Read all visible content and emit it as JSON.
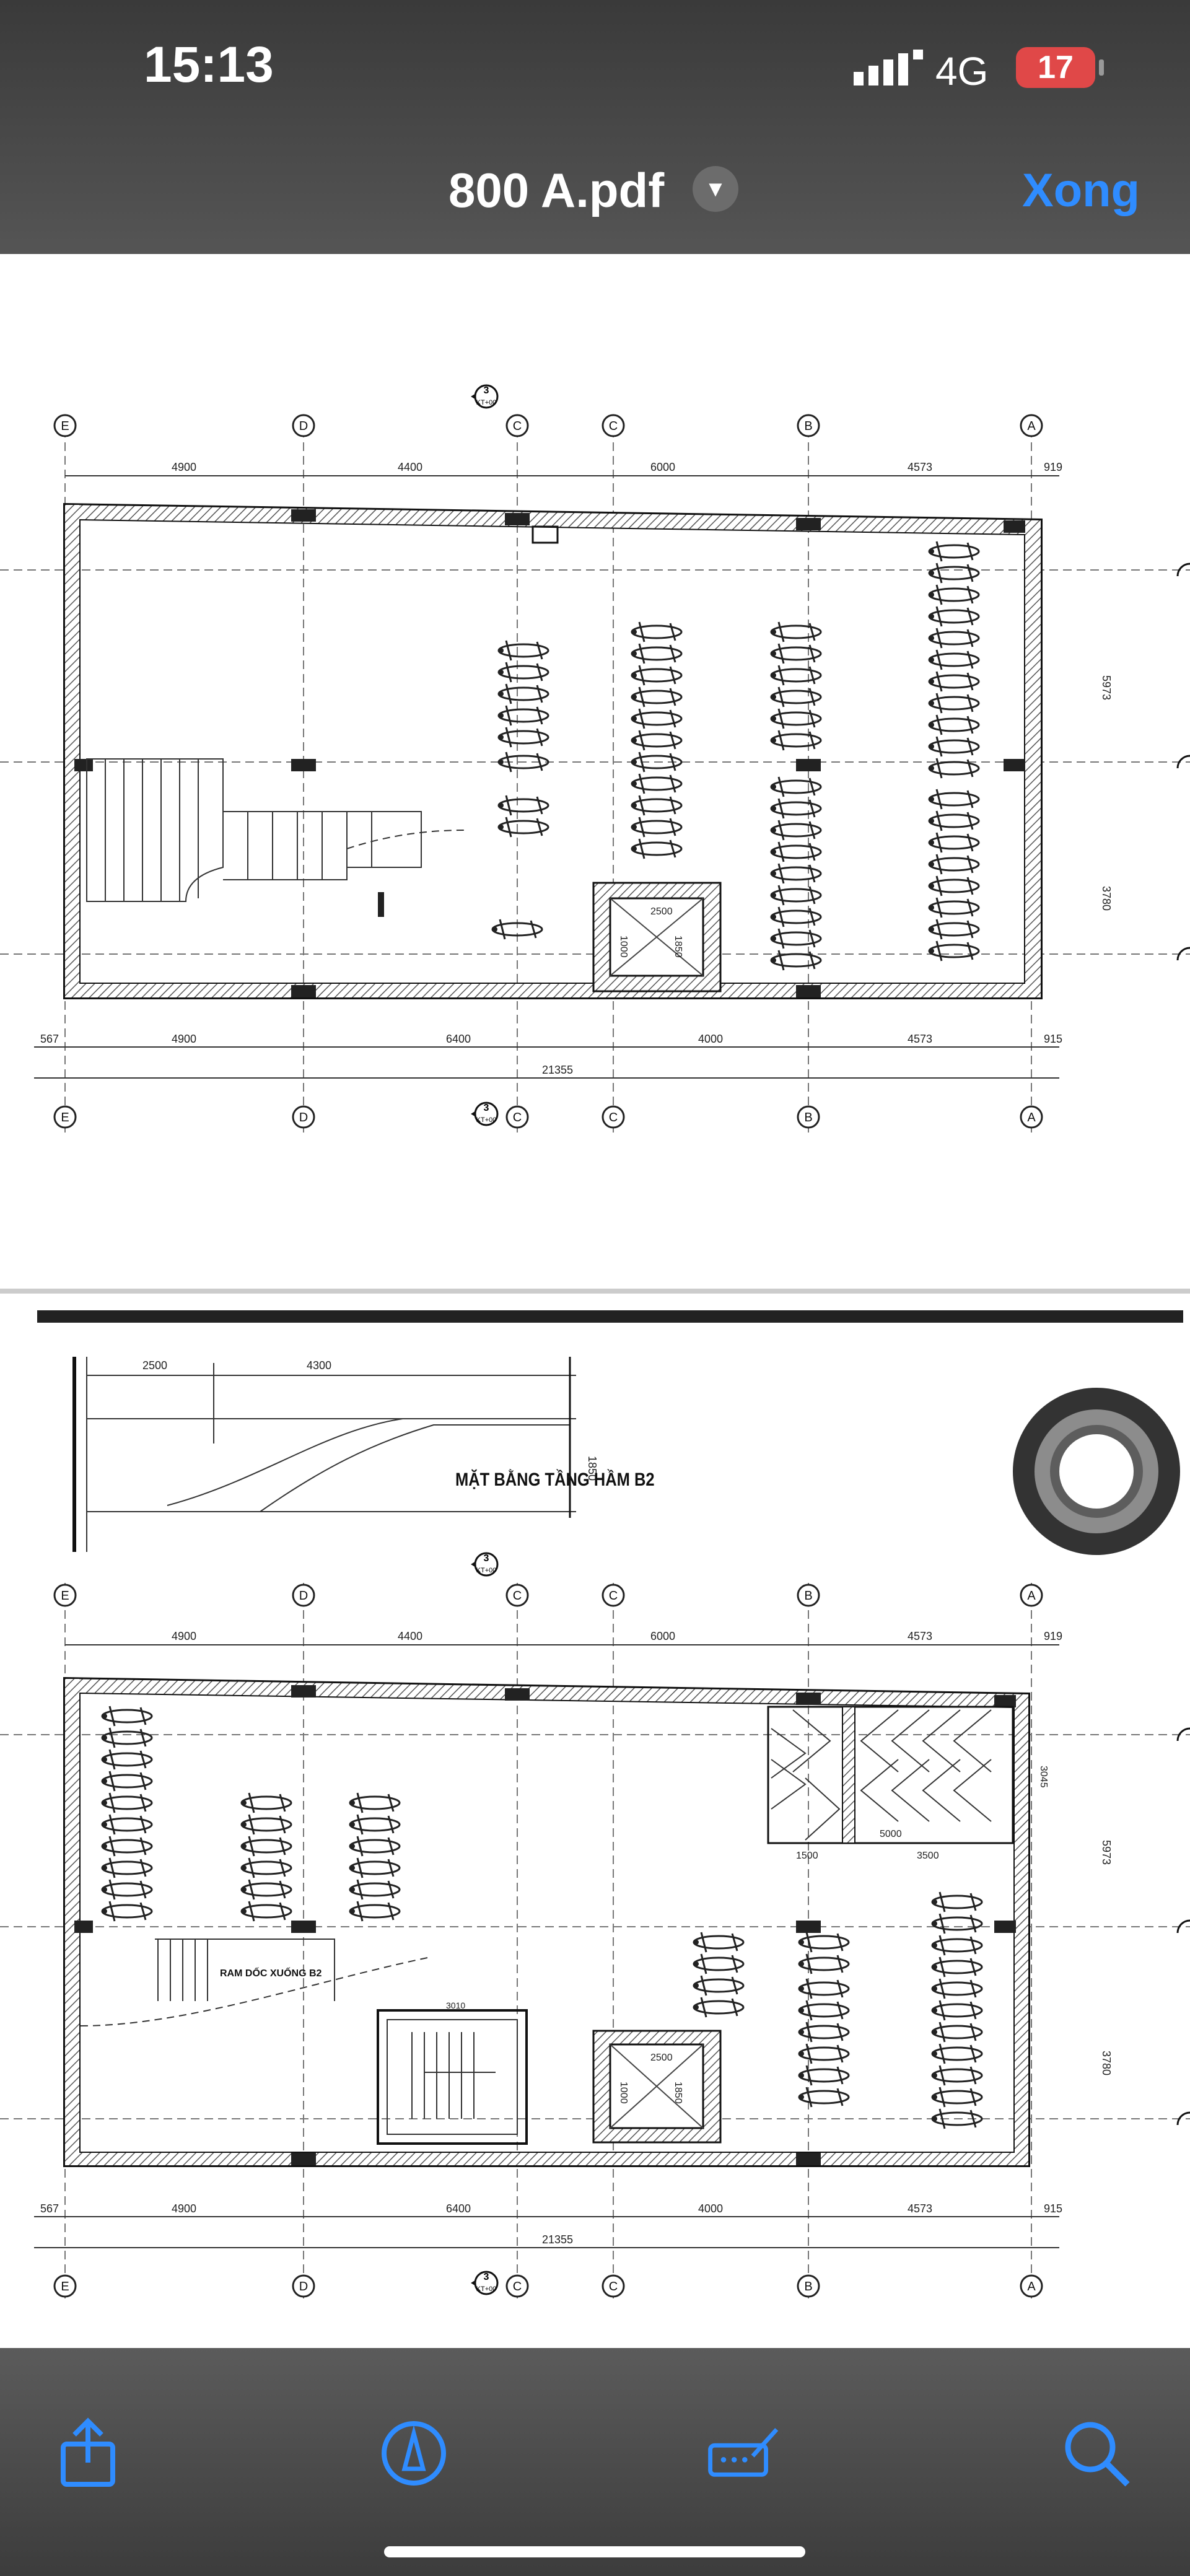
{
  "status_bar": {
    "time": "15:13",
    "network": "4G",
    "battery": "17"
  },
  "header": {
    "title": "800 A.pdf",
    "done_label": "Xong"
  },
  "plan_b2": {
    "caption": "MẶT BẰNG TẦNG HẦM B2",
    "grid_labels": [
      "E",
      "D",
      "C",
      "C",
      "B",
      "A"
    ],
    "top_dims": [
      "4900",
      "4400",
      "6000",
      "4573",
      "919"
    ],
    "bottom_dims": [
      "567",
      "4900",
      "6400",
      "4000",
      "4573",
      "915"
    ],
    "total": "21355",
    "side_dims": [
      "5973",
      "3780"
    ],
    "core_dims": [
      "2500",
      "1850",
      "1000"
    ],
    "section_mark": "3",
    "section_ref": "KT+00"
  },
  "ramp_section": {
    "dims": [
      "2500",
      "4300",
      "1850"
    ]
  },
  "plan_b1": {
    "grid_labels": [
      "E",
      "D",
      "C",
      "C",
      "B",
      "A"
    ],
    "top_dims": [
      "4900",
      "4400",
      "6000",
      "4573",
      "919"
    ],
    "bottom_dims": [
      "567",
      "4900",
      "6400",
      "4000",
      "4573",
      "915"
    ],
    "total": "21355",
    "side_dims": [
      "5973",
      "3780"
    ],
    "ramp_label": "RAM DỐC XUỐNG B2",
    "ramp_dims": [
      "3045",
      "5000",
      "1500",
      "3500"
    ],
    "stair_dims": [
      "3010",
      "1850",
      "2500",
      "1000"
    ],
    "section_mark": "3",
    "section_ref": "KT+00"
  },
  "toolbar": [
    "share-icon",
    "markup-icon",
    "signature-icon",
    "search-icon"
  ]
}
